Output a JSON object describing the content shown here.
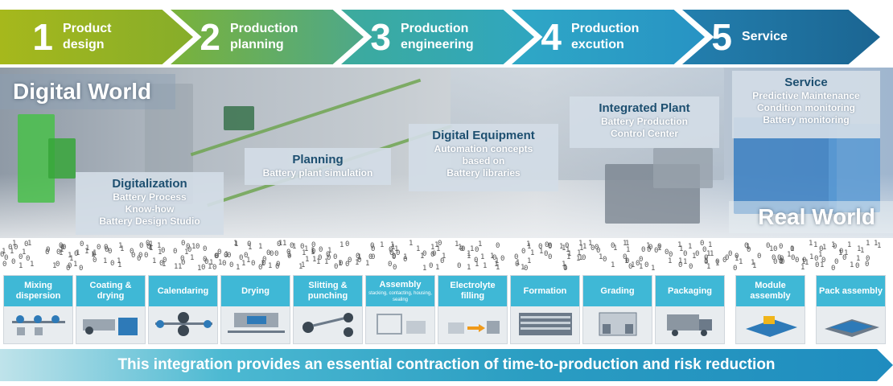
{
  "phases": [
    {
      "number": "1",
      "label_line1": "Product",
      "label_line2": "design",
      "color": "#8eb022"
    },
    {
      "number": "2",
      "label_line1": "Production",
      "label_line2": "planning",
      "color": "#5fae72"
    },
    {
      "number": "3",
      "label_line1": "Production",
      "label_line2": "engineering",
      "color": "#33a9b4"
    },
    {
      "number": "4",
      "label_line1": "Production",
      "label_line2": "excution",
      "color": "#2a9bc8"
    },
    {
      "number": "5",
      "label_line1": "Service",
      "label_line2": "",
      "color": "#1d6f94"
    }
  ],
  "band": {
    "digital_world": "Digital World",
    "real_world": "Real World",
    "digitalization": {
      "title": "Digitalization",
      "lines": [
        "Battery Process",
        "Know-how",
        "Battery Design Studio"
      ]
    },
    "planning": {
      "title": "Planning",
      "lines": [
        "Battery plant simulation"
      ]
    },
    "digital_equipment": {
      "title": "Digital Equipment",
      "lines": [
        "Automation concepts",
        "based on",
        "Battery libraries"
      ]
    },
    "integrated_plant": {
      "title": "Integrated Plant",
      "lines": [
        "Battery Production",
        "Control Center"
      ]
    },
    "service": {
      "title": "Service",
      "lines": [
        "Predictive Maintenance",
        "Condition monitoring",
        "Battery monitoring"
      ]
    }
  },
  "steps": [
    {
      "label": "Mixing dispersion",
      "sub": ""
    },
    {
      "label": "Coating & drying",
      "sub": ""
    },
    {
      "label": "Calendaring",
      "sub": ""
    },
    {
      "label": "Drying",
      "sub": ""
    },
    {
      "label": "Slitting & punching",
      "sub": ""
    },
    {
      "label": "Assembly",
      "sub": "stacking, contacting, housing, sealing"
    },
    {
      "label": "Electrolyte filling",
      "sub": ""
    },
    {
      "label": "Formation",
      "sub": ""
    },
    {
      "label": "Grading",
      "sub": ""
    },
    {
      "label": "Packaging",
      "sub": ""
    },
    {
      "label": "Module assembly",
      "sub": ""
    },
    {
      "label": "Pack assembly",
      "sub": ""
    }
  ],
  "banner_text": "This integration provides an essential contraction of time-to-production and risk reduction"
}
